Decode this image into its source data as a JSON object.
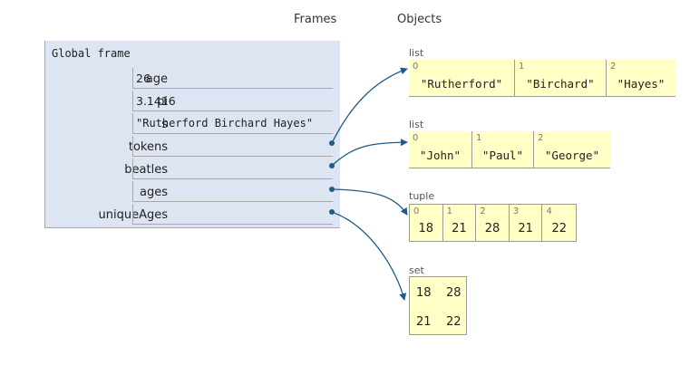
{
  "headers": {
    "frames": "Frames",
    "objects": "Objects"
  },
  "frame": {
    "title": "Global frame",
    "vars": [
      {
        "name": "age",
        "value": "26"
      },
      {
        "name": "pi",
        "value": "3.1416"
      },
      {
        "name": "s",
        "value": "\"Rutherford Birchard Hayes\""
      },
      {
        "name": "tokens",
        "value": ""
      },
      {
        "name": "beatles",
        "value": ""
      },
      {
        "name": "ages",
        "value": ""
      },
      {
        "name": "uniqueAges",
        "value": ""
      }
    ]
  },
  "objects": {
    "tokens_list": {
      "type": "list",
      "items": [
        {
          "index": "0",
          "value": "\"Rutherford\""
        },
        {
          "index": "1",
          "value": "\"Birchard\""
        },
        {
          "index": "2",
          "value": "\"Hayes\""
        }
      ]
    },
    "beatles_list": {
      "type": "list",
      "items": [
        {
          "index": "0",
          "value": "\"John\""
        },
        {
          "index": "1",
          "value": "\"Paul\""
        },
        {
          "index": "2",
          "value": "\"George\""
        }
      ]
    },
    "ages_tuple": {
      "type": "tuple",
      "items": [
        {
          "index": "0",
          "value": "18"
        },
        {
          "index": "1",
          "value": "21"
        },
        {
          "index": "2",
          "value": "28"
        },
        {
          "index": "3",
          "value": "21"
        },
        {
          "index": "4",
          "value": "22"
        }
      ]
    },
    "unique_set": {
      "type": "set",
      "items": [
        "18",
        "28",
        "21",
        "22"
      ]
    }
  },
  "colors": {
    "frame_bg": "#dde5f2",
    "object_bg": "#ffffc6",
    "arrow": "#1f5b86"
  }
}
